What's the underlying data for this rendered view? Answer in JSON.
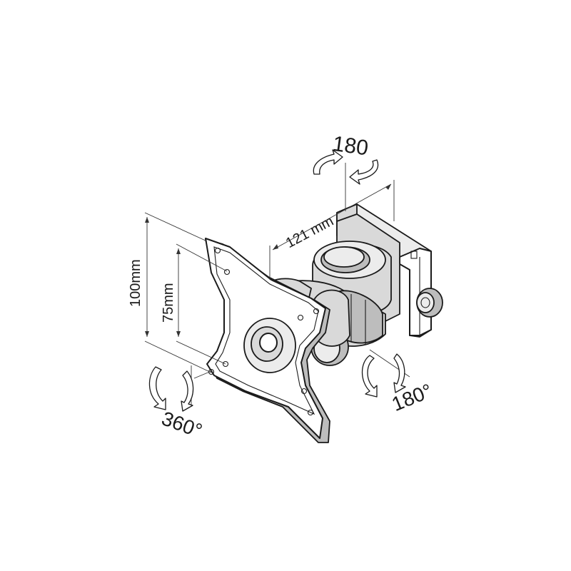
{
  "labels": {
    "rotation_top": "180",
    "arm_length": "121 mm",
    "vesa_outer": "100mm",
    "vesa_inner": "75mm",
    "rotation_plate": "360°",
    "tilt": "180°"
  },
  "colors": {
    "line": "#1a1a1a",
    "fill_light": "#ececec",
    "fill_mid": "#d9d9d9",
    "fill_dark": "#bdbdbd"
  }
}
